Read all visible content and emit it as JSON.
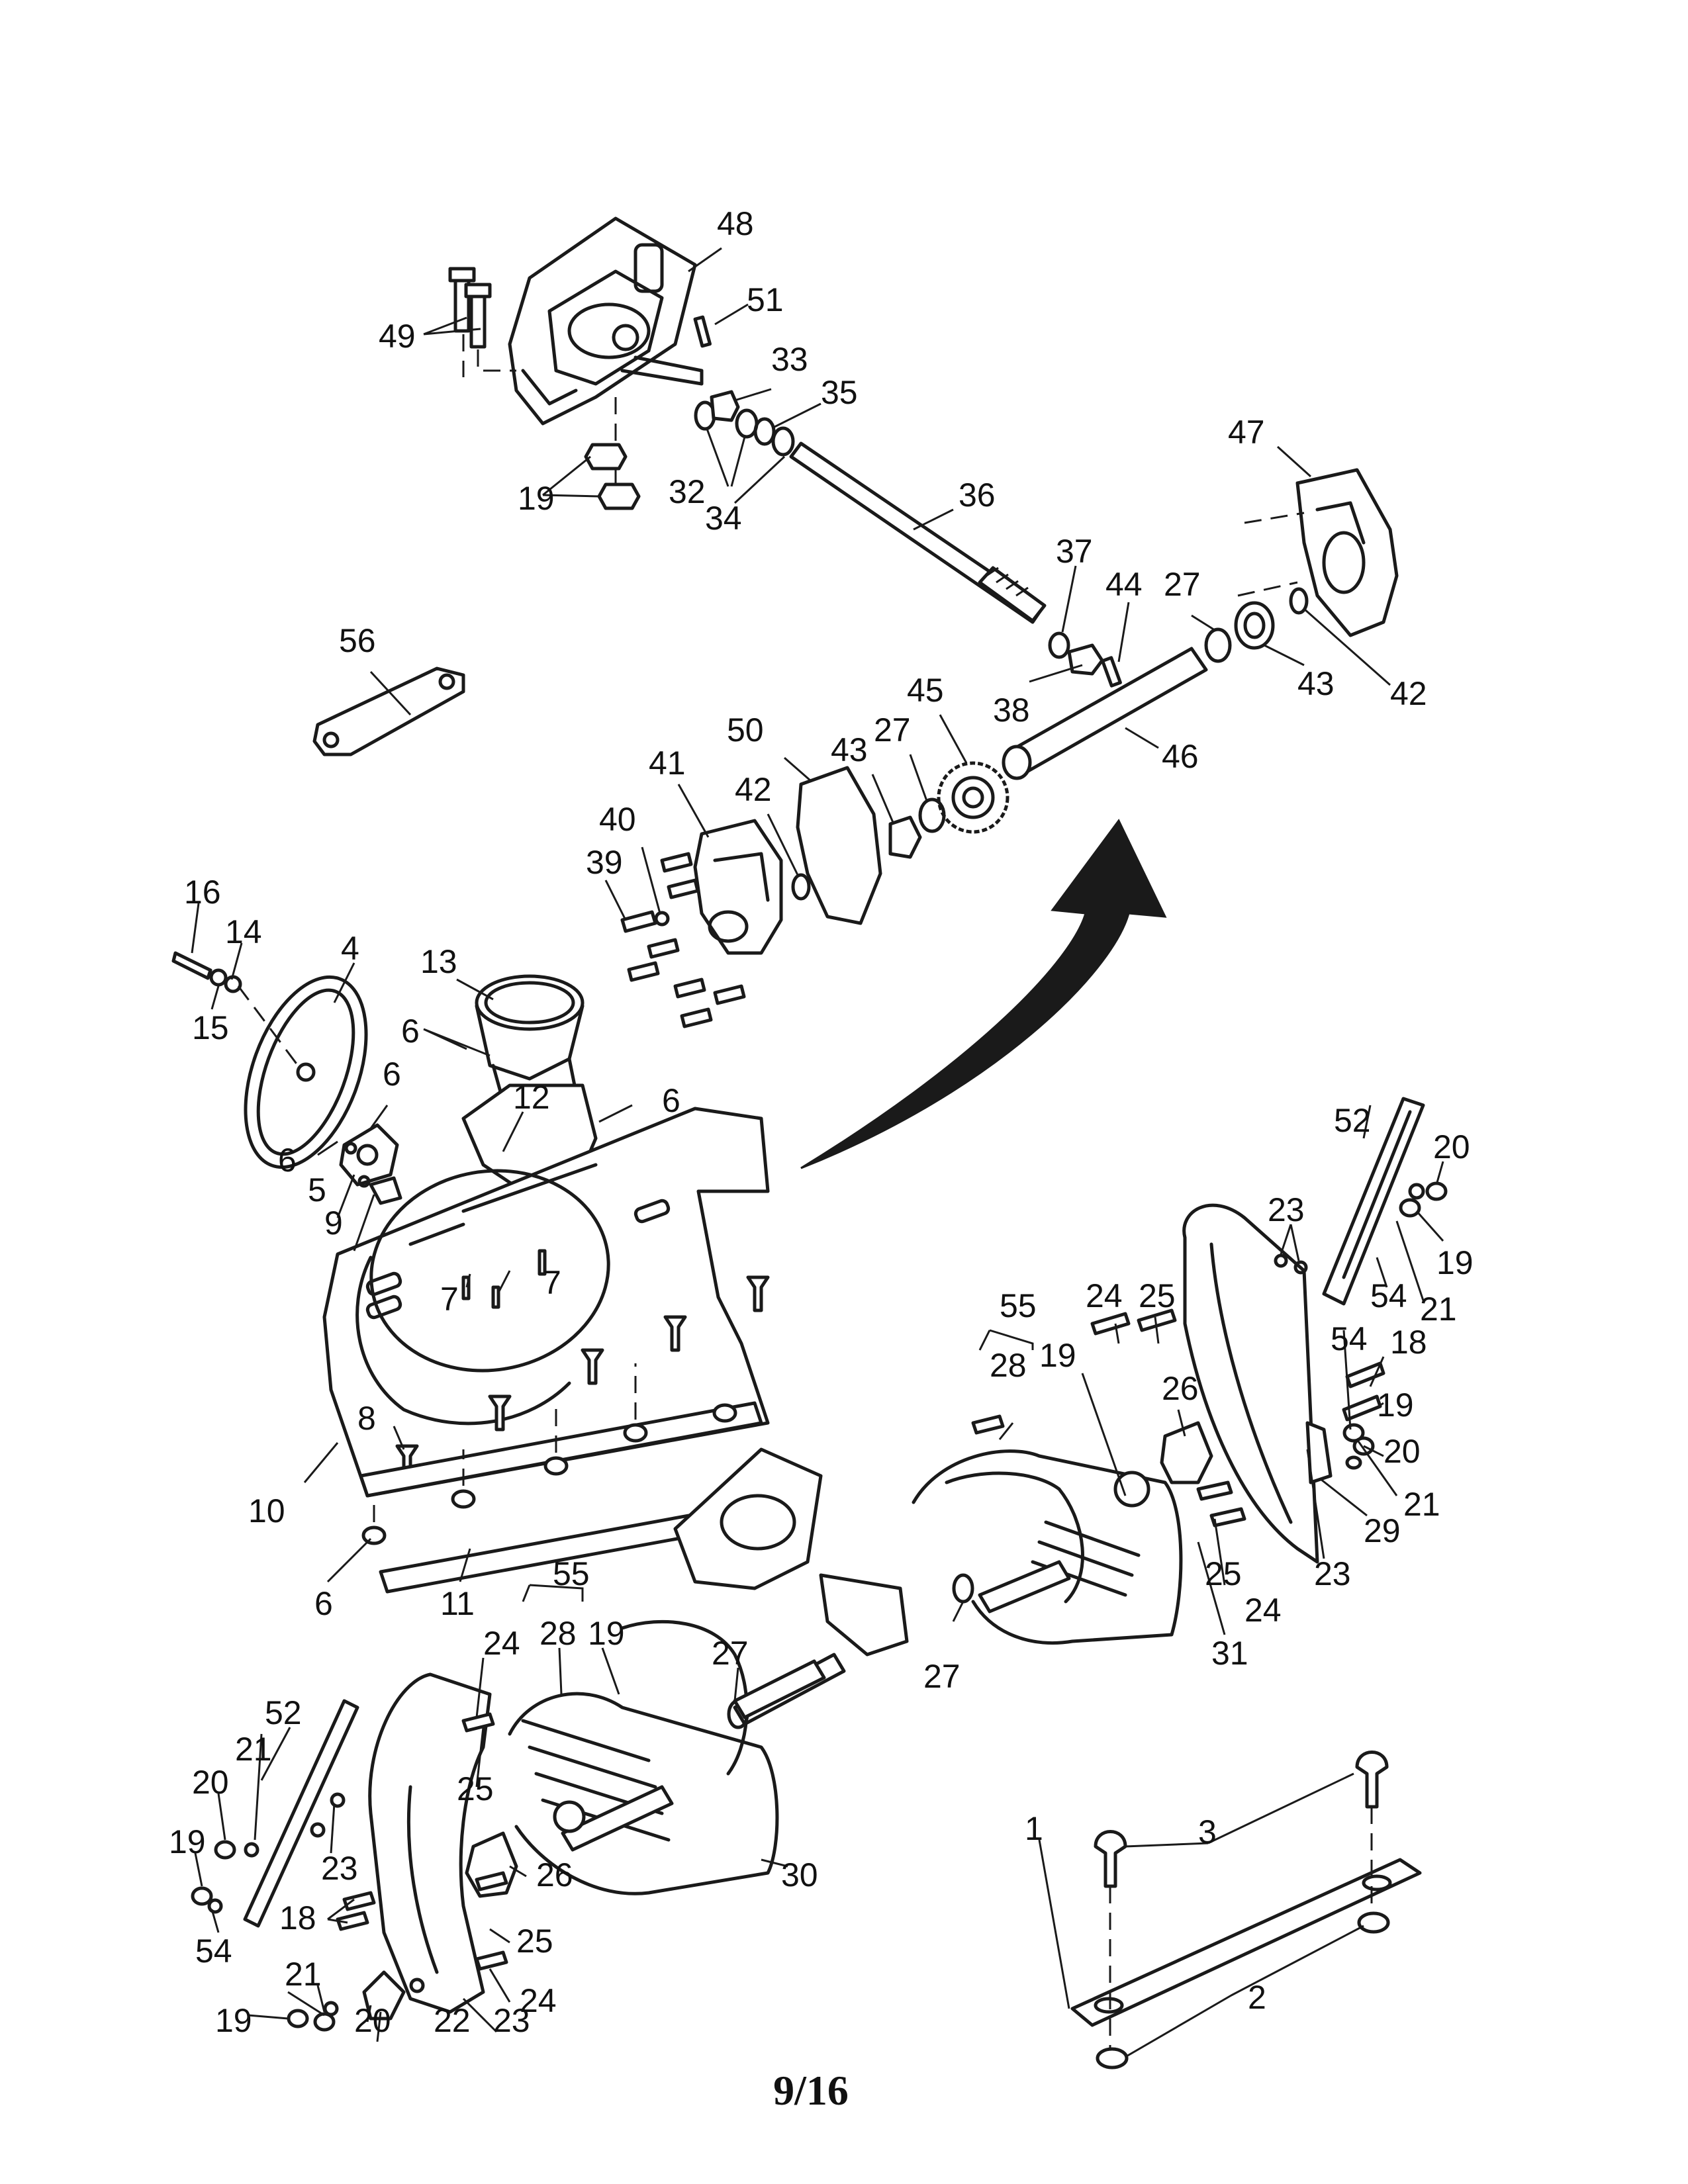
{
  "page": {
    "page_number": "9/16"
  },
  "callouts": [
    "1",
    "2",
    "3",
    "4",
    "5",
    "6",
    "7",
    "8",
    "9",
    "10",
    "11",
    "12",
    "13",
    "14",
    "15",
    "16",
    "18",
    "19",
    "20",
    "21",
    "22",
    "23",
    "24",
    "25",
    "26",
    "27",
    "28",
    "29",
    "30",
    "31",
    "32",
    "33",
    "34",
    "35",
    "36",
    "37",
    "38",
    "39",
    "40",
    "41",
    "42",
    "43",
    "44",
    "45",
    "46",
    "47",
    "48",
    "49",
    "50",
    "51",
    "52",
    "54",
    "55",
    "56"
  ],
  "colors": {
    "ink": "#1a1a1a",
    "paper": "#ffffff"
  }
}
